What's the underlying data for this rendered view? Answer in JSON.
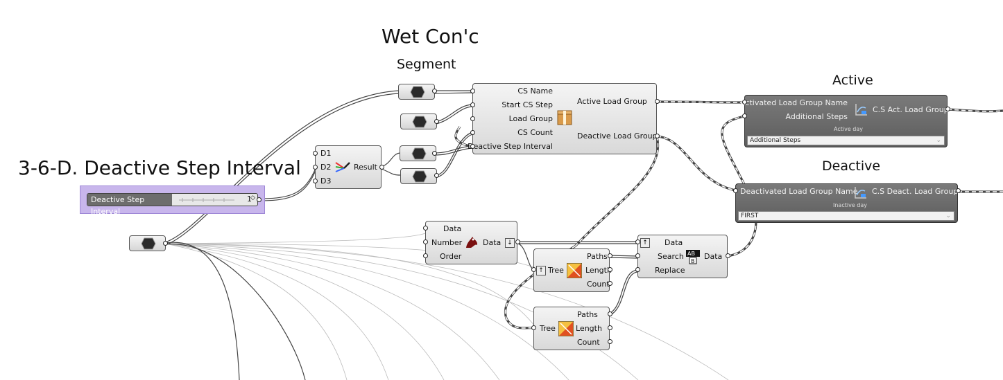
{
  "headings": {
    "wet": "Wet Con'c",
    "segment": "Segment",
    "active": "Active",
    "deactive": "Deactive",
    "deactive_step": "3-6-D. Deactive Step Interval"
  },
  "slider": {
    "name": "Deactive Step Interval",
    "value": "1"
  },
  "merge": {
    "inputs": [
      "D1",
      "D2",
      "D3"
    ],
    "output": "Result"
  },
  "cs": {
    "inputs": [
      "CS Name",
      "Start CS Step",
      "Load Group",
      "CS Count",
      "Deactive Step Interval"
    ],
    "outputs": [
      "Active Load Group",
      "Deactive Load Group"
    ]
  },
  "sort": {
    "inputs": [
      "Data",
      "Number",
      "Order"
    ],
    "output": "Data"
  },
  "tree1": {
    "input": "Tree",
    "outputs": [
      "Paths",
      "Length",
      "Count"
    ]
  },
  "tree2": {
    "input": "Tree",
    "outputs": [
      "Paths",
      "Length",
      "Count"
    ]
  },
  "replace": {
    "inputs": [
      "Data",
      "Search",
      "Replace"
    ],
    "output": "Data"
  },
  "act": {
    "inputs": [
      "Activated Load Group Name",
      "Additional Steps"
    ],
    "output": "C.S Act. Load Group",
    "caption": "Active day",
    "dropdown": "Additional Steps"
  },
  "deact": {
    "inputs": [
      "Deactivated Load Group Name"
    ],
    "output": "C.S Deact. Load Group",
    "caption": "Inactive day",
    "dropdown": "FIRST"
  }
}
